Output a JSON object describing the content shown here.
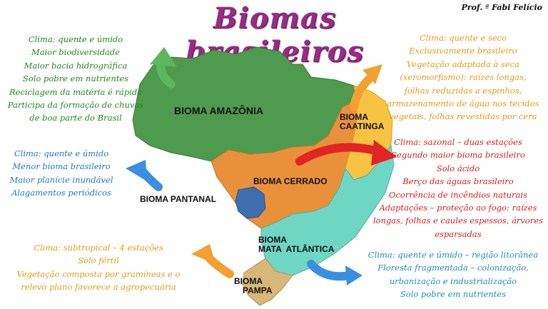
{
  "title": "Biomas brasileiros",
  "author": "Prof. ª Fabi Felício",
  "biomes": {
    "amazonia": {
      "label": "BIOMA AMAZÔNIA",
      "color": "#4e9a4e",
      "lines": [
        "Clima: quente e úmido",
        "Maior biodiversidade",
        "Maior bacia hidrográfica",
        "Solo pobre em nutrientes",
        "Reciclagem da matéria é rápida",
        "Participa da formação de chuvas",
        "de boa parte do Brasil"
      ]
    },
    "caatinga": {
      "label_line1": "BIOMA",
      "label_line2": "CAATINGA",
      "color": "#f7c343",
      "lines": [
        "Clima: quente e seco",
        "Exclusivamente brasileiro",
        "Vegetação adaptada à seca",
        "(xeromorfismo): raízes longas,",
        "folhas reduzidas a espinhos,",
        "armazenamento de água nos tecidos",
        "vegetais, folhas revestidas por cera"
      ]
    },
    "cerrado": {
      "label": "BIOMA CERRADO",
      "color": "#e8913a",
      "lines": [
        "Clima: sazonal – duas estações",
        "Segundo maior bioma brasileiro",
        "Solo ácido",
        "Berço das águas brasileiro",
        "Ocorrência de incêndios naturais",
        "Adaptações – proteção ao fogo: raízes",
        "longas, folhas e caules espessos, árvores",
        "esparsadas"
      ]
    },
    "pantanal": {
      "label": "BIOMA PANTANAL",
      "color": "#3d6fb0",
      "lines": [
        "Clima: quente e úmido",
        "Menor bioma brasileiro",
        "Maior planície inundável",
        "Alagamentos periódicos"
      ]
    },
    "mata_atlantica": {
      "label_line1": "BIOMA",
      "label_line2": "MATA  ATLÂNTICA",
      "color": "#6fd6c4",
      "lines": [
        "Clima: quente e úmido – região litorânea",
        "Floresta fragmentada – colonização,",
        "urbanização e industrialização",
        "Solo pobre em nutrientes"
      ]
    },
    "pampa": {
      "label_line1": "BIOMA",
      "label_line2": "PAMPA",
      "color": "#d8b878",
      "lines": [
        "Clima: subtropical – 4 estações",
        "Solo fértil",
        "Vegetação composta por gramíneas e o",
        "relevo plano favorece a agropecuária"
      ]
    }
  },
  "arrow_colors": {
    "green": "#5cb85c",
    "blue": "#3a8fe0",
    "orange": "#f2a030",
    "red": "#e22424"
  }
}
